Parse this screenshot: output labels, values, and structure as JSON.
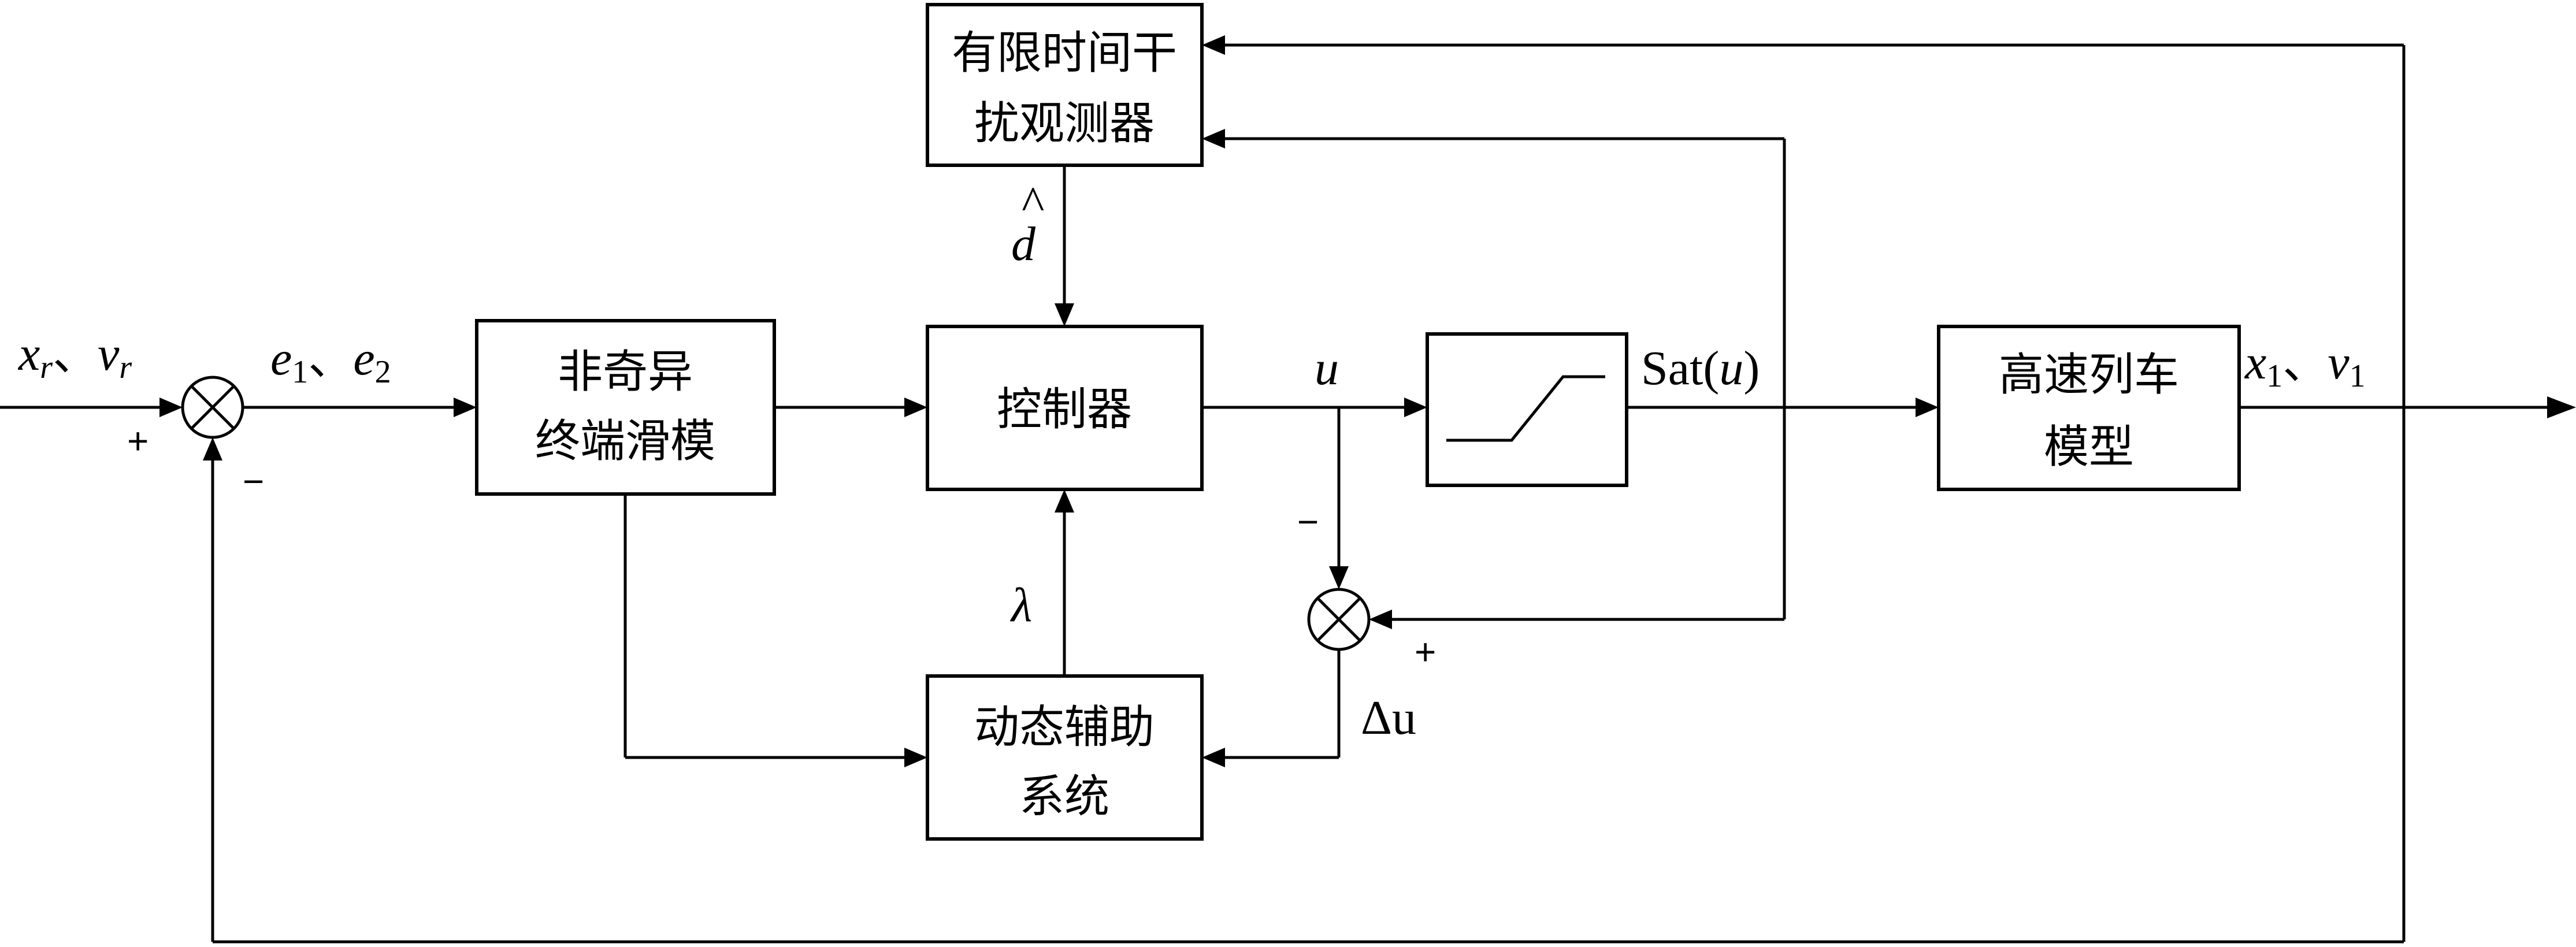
{
  "blocks": {
    "observer": {
      "line1": "有限时间干",
      "line2": "扰观测器"
    },
    "nsm": {
      "line1": "非奇异",
      "line2": "终端滑模"
    },
    "controller": {
      "label": "控制器"
    },
    "das": {
      "line1": "动态辅助",
      "line2": "系统"
    },
    "train": {
      "line1": "高速列车",
      "line2": "模型"
    },
    "saturation": {
      "icon": "saturation-curve-icon"
    }
  },
  "signals": {
    "input_x": "x",
    "input_x_sub": "r",
    "input_sep": "、",
    "input_v": "v",
    "input_v_sub": "r",
    "error_e1": "e",
    "error_e1_sub": "1",
    "error_sep": "、",
    "error_e2": "e",
    "error_e2_sub": "2",
    "control_u": "u",
    "sat_prefix": "Sat(",
    "sat_u": "u",
    "sat_suffix": ")",
    "output_x": "x",
    "output_x_sub": "1",
    "output_sep": "、",
    "output_v": "v",
    "output_v_sub": "1",
    "d_hat": "d",
    "d_hat_accent": "^",
    "lambda": "λ",
    "delta_u": "Δu"
  },
  "signs": {
    "sum1_plus": "+",
    "sum1_minus": "−",
    "sum2_minus": "−",
    "sum2_plus": "+"
  }
}
